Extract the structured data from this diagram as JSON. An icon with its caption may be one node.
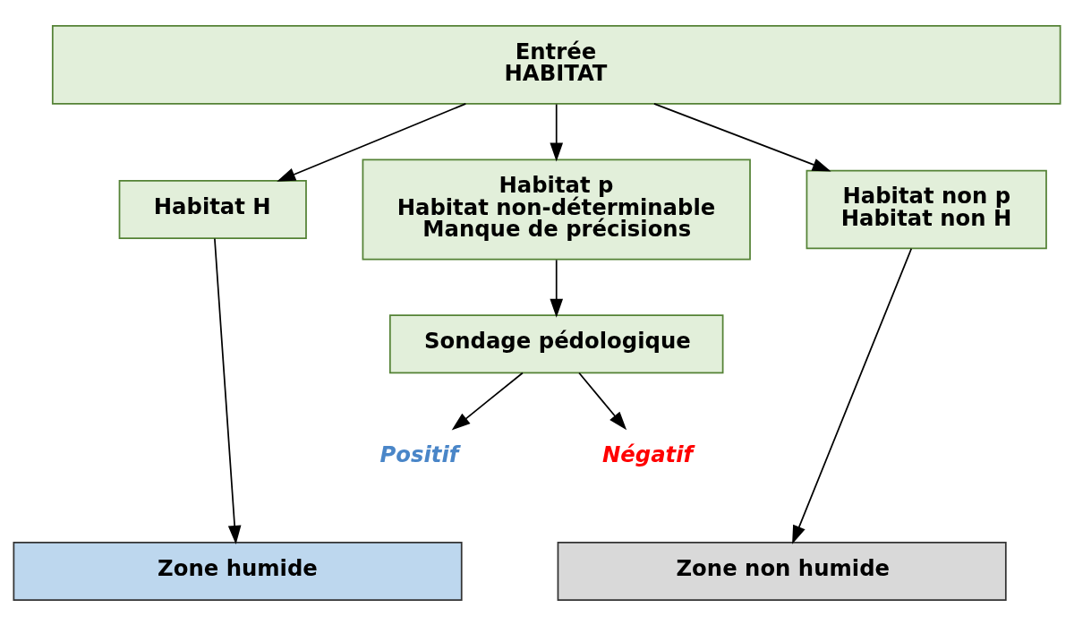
{
  "diagram": {
    "nodes": [
      {
        "text": [
          "Entrée",
          "HABITAT"
        ]
      },
      {
        "text": [
          "Habitat H"
        ]
      },
      {
        "text": [
          "Habitat p",
          "Habitat non-déterminable",
          "Manque de précisions"
        ]
      },
      {
        "text": [
          "Habitat non p",
          "Habitat non H"
        ]
      },
      {
        "text": [
          "Sondage pédologique"
        ]
      },
      {
        "text": [
          "Positif"
        ]
      },
      {
        "text": [
          "Négatif"
        ]
      },
      {
        "text": [
          "Zone humide"
        ]
      },
      {
        "text": [
          "Zone non humide"
        ]
      }
    ],
    "edges": [
      {
        "from": 0,
        "to": 1,
        "arrow": "to"
      },
      {
        "from": 0,
        "to": 2,
        "arrow": "to"
      },
      {
        "from": 0,
        "to": 3,
        "arrow": "to"
      },
      {
        "from": 2,
        "to": 4,
        "arrow": "to"
      },
      {
        "from": 4,
        "to": 5,
        "arrow": "to"
      },
      {
        "from": 4,
        "to": 6,
        "arrow": "to"
      },
      {
        "from": 1,
        "to": 7,
        "arrow": "to"
      },
      {
        "from": 3,
        "to": 8,
        "arrow": "to"
      }
    ]
  }
}
